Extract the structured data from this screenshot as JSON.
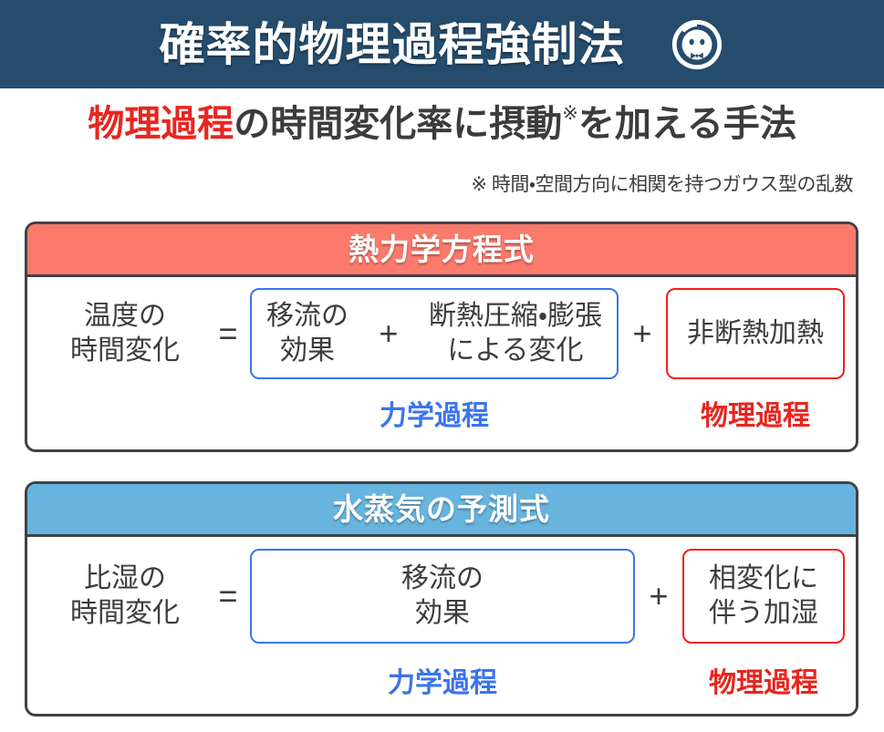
{
  "banner": {
    "title": "確率的物理過程強制法",
    "logo_icon": "bowtie-face-circle-logo"
  },
  "subtitle": {
    "highlight": "物理過程",
    "rest_before_mark": "の時間変化率に摂動",
    "mark": "※",
    "rest_after_mark": "を加える手法"
  },
  "footnote": {
    "text": "※ 時間・空間方向に相関を持つガウス型の乱数"
  },
  "cards": [
    {
      "id": "thermo",
      "header": "熱力学方程式",
      "header_color": "#fb7a6b",
      "lhs": "温度の\n時間変化",
      "lhs_line1": "温度の",
      "lhs_line2": "時間変化",
      "equals": "=",
      "plus_inner": "+",
      "plus_outer": "+",
      "dynamic_terms": [
        {
          "line1": "移流の",
          "line2": "効果"
        },
        {
          "line1": "断熱圧縮・膨張",
          "line2": "による変化"
        }
      ],
      "physics_term": {
        "line1": "非断熱加熱",
        "line2": ""
      },
      "label_dynamic": "力学過程",
      "label_physics": "物理過程"
    },
    {
      "id": "vapor",
      "header": "水蒸気の予測式",
      "header_color": "#67b4df",
      "lhs_line1": "比湿の",
      "lhs_line2": "時間変化",
      "equals": "=",
      "plus_outer": "+",
      "dynamic_terms": [
        {
          "line1": "移流の",
          "line2": "効果"
        }
      ],
      "physics_term": {
        "line1": "相変化に",
        "line2": "伴う加湿"
      },
      "label_dynamic": "力学過程",
      "label_physics": "物理過程"
    }
  ],
  "colors": {
    "banner_bg": "#254c6d",
    "thermo_header": "#fb7a6b",
    "vapor_header": "#67b4df",
    "dynamic_blue": "#3b74ef",
    "physics_red": "#f41f18",
    "label_red": "#e8251f",
    "text_dark": "#3c3c3c",
    "card_border": "#3f4244"
  }
}
